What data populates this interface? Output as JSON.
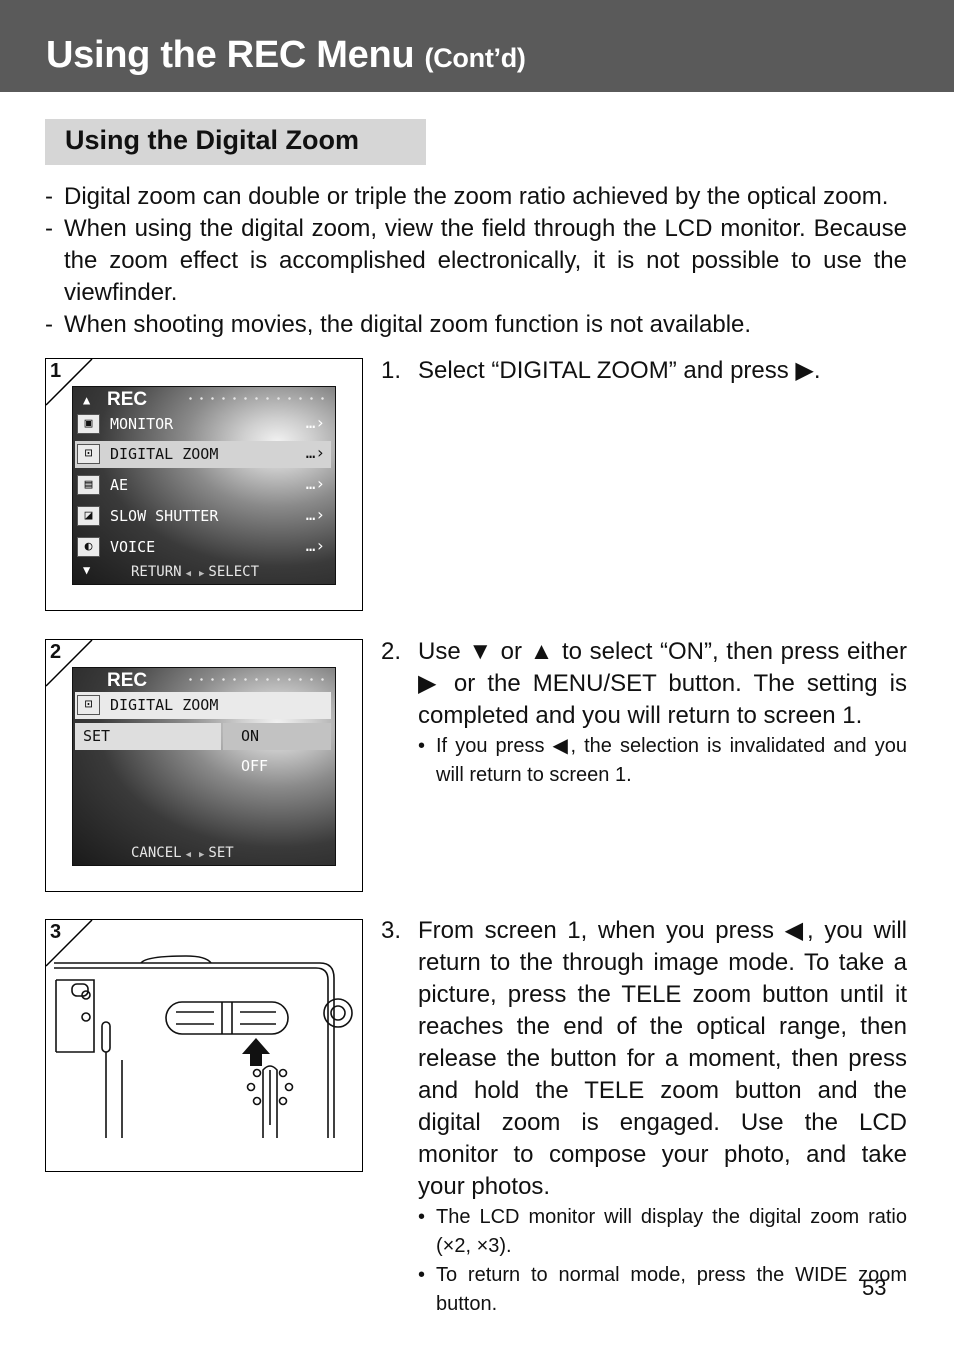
{
  "header": {
    "title": "Using the REC Menu",
    "subtitle": "(Cont’d)"
  },
  "section": {
    "title": "Using the Digital Zoom"
  },
  "intro": [
    {
      "bullet": "-",
      "text": "Digital zoom can double or triple the zoom ratio achieved by the optical zoom."
    },
    {
      "bullet": "-",
      "text": "When using the digital zoom, view the field through the LCD monitor. Because the zoom effect is accomplished electronically, it is not possible to use the viewfinder."
    },
    {
      "bullet": "-",
      "text": "When shooting movies, the digital zoom function is not available."
    }
  ],
  "figures": {
    "fig1": {
      "number": "1",
      "screen_title": "REC",
      "menu": [
        {
          "label": "MONITOR",
          "icon": "monitor-icon"
        },
        {
          "label": "DIGITAL ZOOM",
          "icon": "digital-zoom-icon"
        },
        {
          "label": "AE",
          "icon": "ae-icon"
        },
        {
          "label": "SLOW SHUTTER",
          "icon": "slow-shutter-icon"
        },
        {
          "label": "VOICE",
          "icon": "voice-icon"
        }
      ],
      "footer_left": "RETURN",
      "footer_right": "SELECT"
    },
    "fig2": {
      "number": "2",
      "screen_title": "REC",
      "menu_title": "DIGITAL ZOOM",
      "set_label": "SET",
      "options": [
        "ON",
        "OFF"
      ],
      "footer_left": "CANCEL",
      "footer_right": "SET"
    },
    "fig3": {
      "number": "3"
    }
  },
  "steps": [
    {
      "num": "1.",
      "text": "Select “DIGITAL ZOOM” and press ▶."
    },
    {
      "num": "2.",
      "text": "Use ▼ or ▲ to select “ON”, then press either ▶ or the MENU/SET button. The setting is completed and you will return to screen 1.",
      "notes": [
        "If you press ◀, the selection is invalidated and you will return to screen 1."
      ]
    },
    {
      "num": "3.",
      "text": "From screen 1, when you press ◀, you will return to the through image mode. To take a picture, press the TELE zoom button until it reaches the end of the optical range, then release the button for a moment, then press and hold the TELE zoom button and the digital zoom is engaged. Use the LCD monitor to compose your photo, and take your photos.",
      "notes": [
        "The LCD monitor will display the digital zoom ratio (×2, ×3).",
        "To return to normal mode, press the WIDE zoom button."
      ]
    }
  ],
  "page_number": "53"
}
